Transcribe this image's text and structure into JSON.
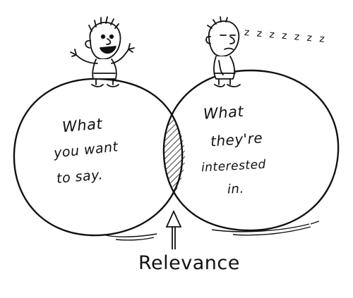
{
  "left_circle": {
    "lines": [
      "What",
      "you want",
      "to say."
    ]
  },
  "right_circle": {
    "lines": [
      "What",
      "they're",
      "interested",
      "in."
    ]
  },
  "overlap": {
    "label": "Relevance"
  },
  "sleep_text": "z z z z z z z",
  "colors": {
    "ink": "#111111",
    "background": "#ffffff"
  },
  "figures": [
    "excited-man-icon",
    "sleeping-man-icon"
  ]
}
